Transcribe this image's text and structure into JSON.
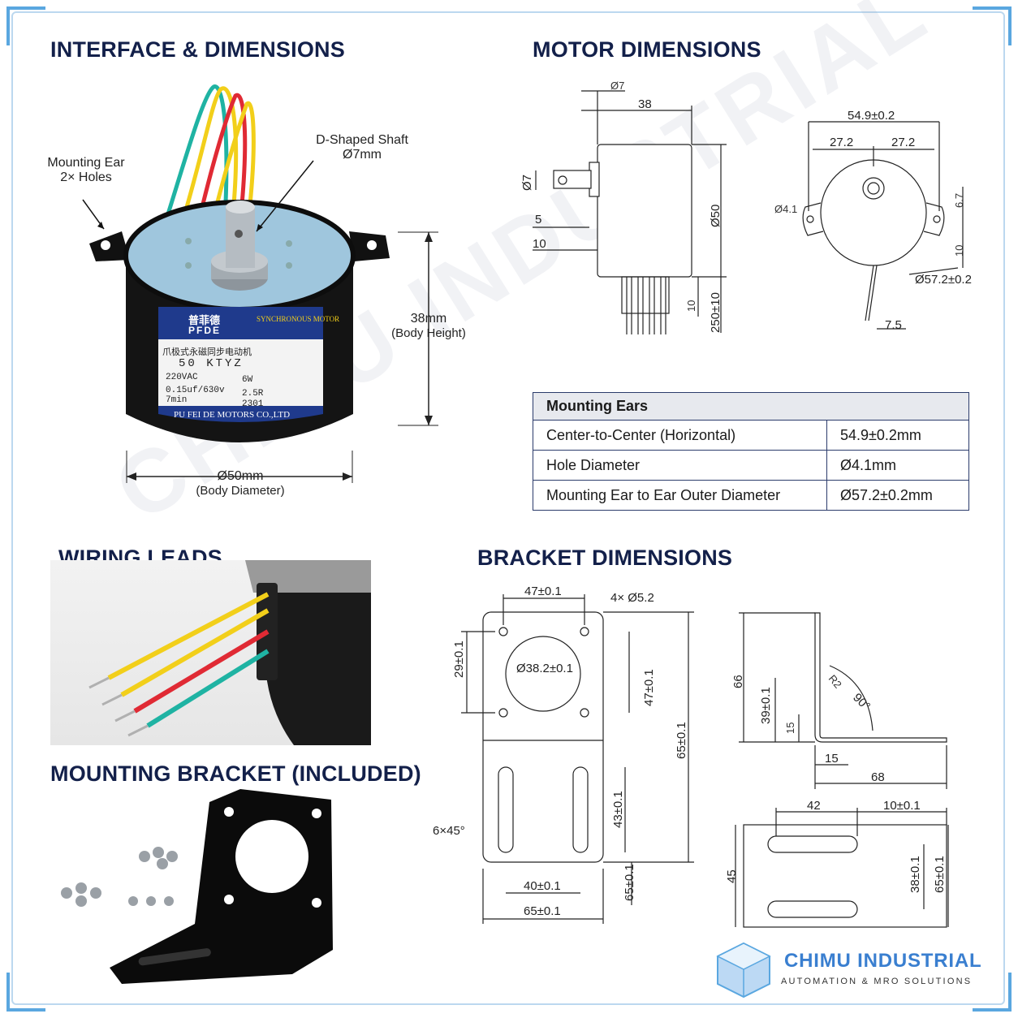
{
  "headings": {
    "interface": "INTERFACE & DIMENSIONS",
    "motor": "MOTOR DIMENSIONS",
    "wiring": "WIRING LEADS",
    "mounting_bracket": "MOUNTING BRACKET (INCLUDED)",
    "bracket_dims": "BRACKET DIMENSIONS"
  },
  "callouts": {
    "mounting_ear_line1": "Mounting Ear",
    "mounting_ear_line2": "2× Holes",
    "shaft_line1": "D-Shaped Shaft",
    "shaft_line2": "Ø7mm",
    "height_value": "38mm",
    "height_label": "(Body Height)",
    "diameter_value": "Ø50mm",
    "diameter_label": "(Body Diameter)"
  },
  "motor_label": {
    "brand": "PFDE",
    "brand_cn": "普菲德",
    "type": "SYNCHRONOUS MOTOR",
    "cn_desc": "爪极式永磁同步电动机",
    "model": "50 KTYZ",
    "voltage": "220VAC",
    "power": "6W",
    "cap": "0.15uf/630v",
    "rpm": "2.5R",
    "time": "7min",
    "serial": "2301",
    "maker": "PU FEI DE MOTORS CO.,LTD"
  },
  "motor_dims": {
    "shaft_dia_top": "Ø7",
    "length": "38",
    "shaft_dia_side": "Ø7",
    "d5": "5",
    "d10": "10",
    "body_dia": "Ø50",
    "lead_len_small": "10",
    "lead_len": "250±10",
    "ear_center": "54.9±0.2",
    "half_left": "27.2",
    "half_right": "27.2",
    "hole_dia": "Ø4.1",
    "d6_7": "6.7",
    "d10_right": "10",
    "outer_dia": "Ø57.2±0.2",
    "d7_5": "7.5"
  },
  "mounting_ears_table": {
    "header": "Mounting Ears",
    "rows": [
      {
        "label": "Center-to-Center (Horizontal)",
        "value": "54.9±0.2mm"
      },
      {
        "label": "Hole Diameter",
        "value": "Ø4.1mm"
      },
      {
        "label": "Mounting Ear to Ear Outer Diameter",
        "value": "Ø57.2±0.2mm"
      }
    ]
  },
  "bracket_dims": {
    "top_width": "47±0.1",
    "holes": "4× Ø5.2",
    "left_29": "29±0.1",
    "bore": "Ø38.2±0.1",
    "right_47": "47±0.1",
    "total_65h": "65±0.1",
    "chamfer": "6×45°",
    "slot_43": "43±0.1",
    "slot_40": "40±0.1",
    "bottom_65": "65±0.1",
    "right_65": "65±0.1",
    "side_66": "66",
    "side_39": "39±0.1",
    "side_15v": "15",
    "side_15h": "15",
    "side_68": "68",
    "angle": "90°",
    "side_r": "R2",
    "plan_42": "42",
    "plan_10": "10±0.1",
    "plan_45": "45",
    "plan_38": "38±0.1",
    "plan_65": "65±0.1"
  },
  "logo": {
    "name": "CHIMU INDUSTRIAL",
    "tagline": "AUTOMATION & MRO SOLUTIONS",
    "watermark": "CHIMU INDUSTRIAL"
  },
  "colors": {
    "heading": "#13204a",
    "accent": "#3a7fd0",
    "motor_label": "#1f3a8c",
    "wire_yellow": "#f2cf1a",
    "wire_red": "#e02a34",
    "wire_green": "#1fb3a3"
  }
}
